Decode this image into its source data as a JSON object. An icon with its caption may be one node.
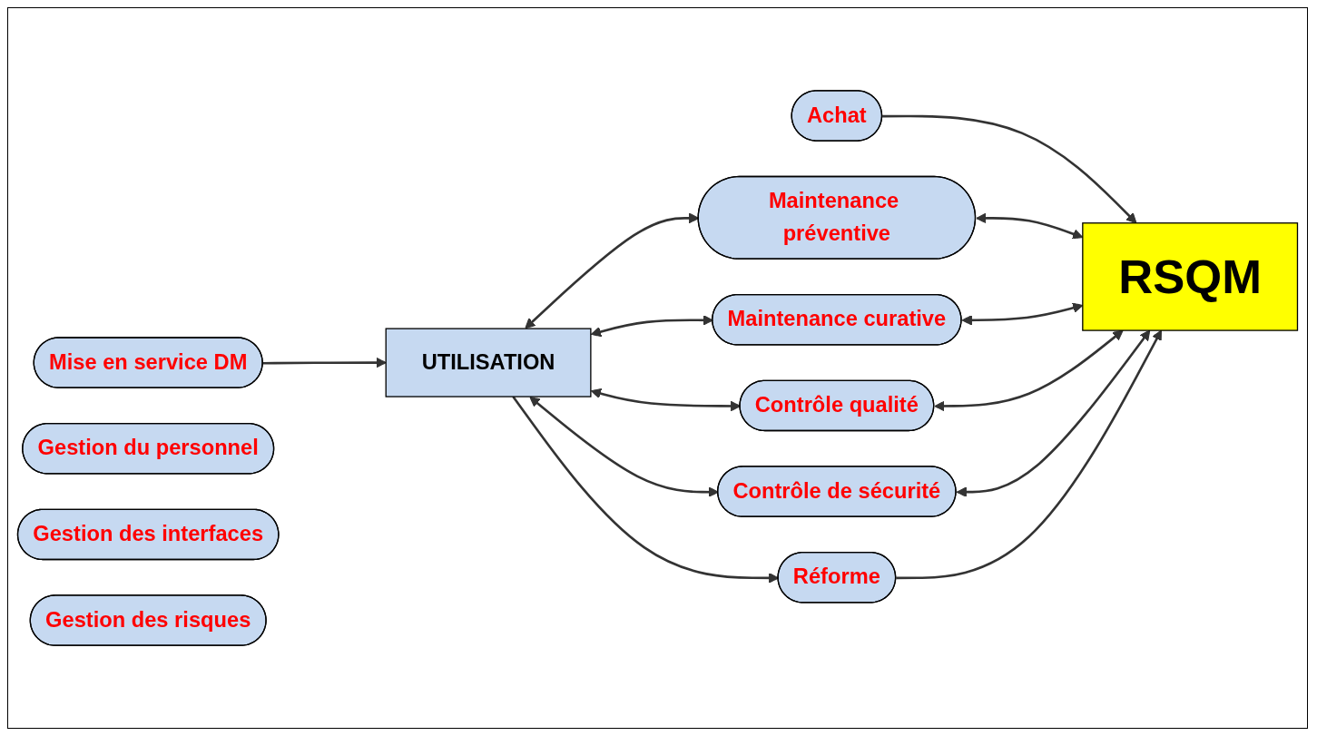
{
  "diagram": {
    "nodes": [
      {
        "text": [
          "Achat"
        ]
      },
      {
        "text": [
          "Mise en service DM"
        ]
      },
      {
        "text": [
          "UTILISATION"
        ]
      },
      {
        "text": [
          "Maintenance préventive"
        ]
      },
      {
        "text": [
          "Maintenance curative"
        ]
      },
      {
        "text": [
          "Contrôle qualité"
        ]
      },
      {
        "text": [
          "Contrôle de sécurité"
        ]
      },
      {
        "text": [
          "Réforme"
        ]
      },
      {
        "text": [
          "RSQM"
        ]
      },
      {
        "text": [
          "Gestion du personnel"
        ]
      },
      {
        "text": [
          "Gestion des interfaces"
        ]
      },
      {
        "text": [
          "Gestion des risques"
        ]
      }
    ],
    "edges": [
      {
        "from": 0,
        "to": 8,
        "arrow": "to"
      },
      {
        "from": 1,
        "to": 2,
        "arrow": "to"
      },
      {
        "from": 2,
        "to": 3,
        "arrow": "both"
      },
      {
        "from": 2,
        "to": 4,
        "arrow": "both"
      },
      {
        "from": 2,
        "to": 5,
        "arrow": "both"
      },
      {
        "from": 2,
        "to": 6,
        "arrow": "both"
      },
      {
        "from": 3,
        "to": 8,
        "arrow": "both"
      },
      {
        "from": 4,
        "to": 8,
        "arrow": "both"
      },
      {
        "from": 5,
        "to": 8,
        "arrow": "both"
      },
      {
        "from": 6,
        "to": 8,
        "arrow": "both"
      },
      {
        "from": 2,
        "to": 7,
        "arrow": "to"
      },
      {
        "from": 7,
        "to": 8,
        "arrow": "to"
      }
    ]
  }
}
